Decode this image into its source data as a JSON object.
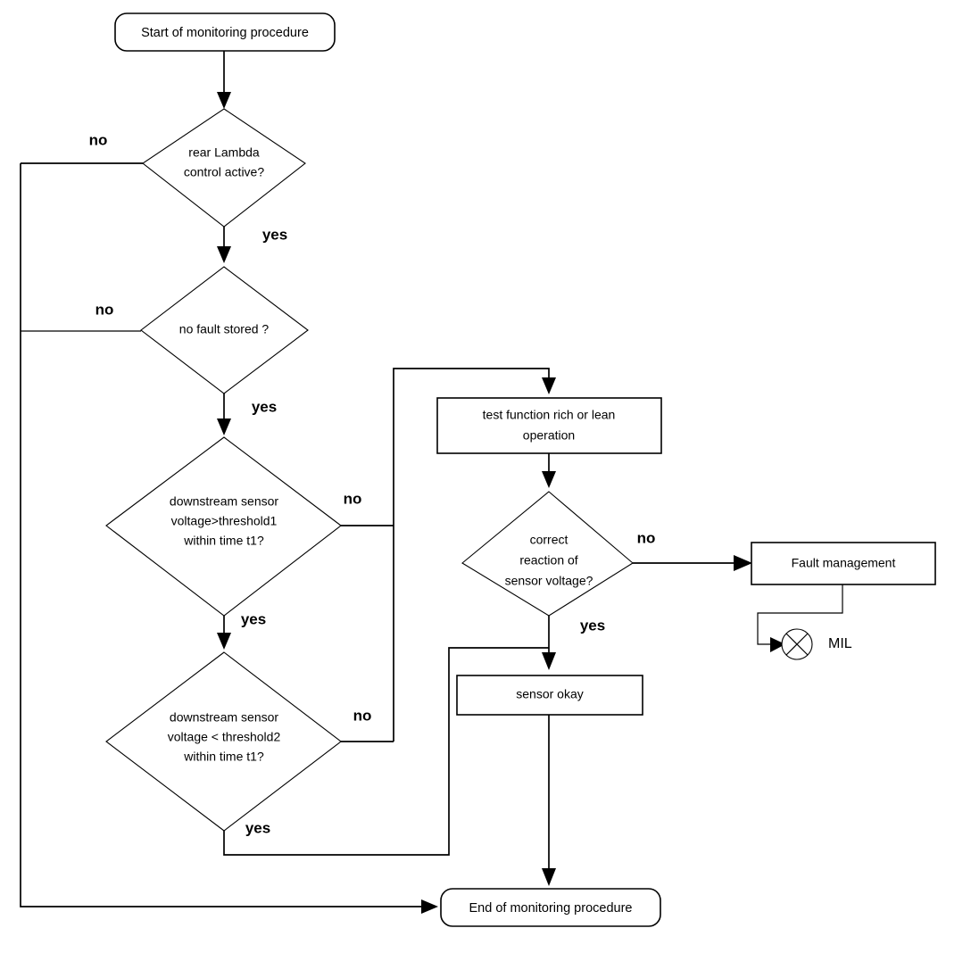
{
  "diagram": {
    "title": "Rear Lambda sensor monitoring procedure flowchart",
    "background_color": "#ffffff",
    "line_color": "#000000"
  },
  "nodes": {
    "start": {
      "label": "Start of monitoring procedure",
      "shape": "rounded-terminator"
    },
    "decision_rear_lambda": {
      "line1": "rear Lambda",
      "line2": "control active?",
      "shape": "diamond"
    },
    "decision_no_fault": {
      "line1": "no fault stored ?",
      "shape": "diamond"
    },
    "decision_threshold1": {
      "line1": "downstream sensor",
      "line2": "voltage>threshold1",
      "line3": "within time t1?",
      "shape": "diamond"
    },
    "decision_threshold2": {
      "line1": "downstream sensor",
      "line2": "voltage < threshold2",
      "line3": "within time t1?",
      "shape": "diamond"
    },
    "process_test_function": {
      "line1": "test function rich or lean",
      "line2": "operation",
      "shape": "rectangle"
    },
    "decision_correct_reaction": {
      "line1": "correct",
      "line2": "reaction of",
      "line3": "sensor voltage?",
      "shape": "diamond"
    },
    "process_sensor_okay": {
      "label": "sensor okay",
      "shape": "rectangle"
    },
    "process_fault_management": {
      "label": "Fault management",
      "shape": "rectangle"
    },
    "mil_indicator": {
      "label": "MIL",
      "shape": "crossed-circle"
    },
    "end": {
      "label": "End of monitoring procedure",
      "shape": "rounded-terminator"
    }
  },
  "branch_labels": {
    "rear_lambda_no": "no",
    "rear_lambda_yes": "yes",
    "no_fault_no": "no",
    "no_fault_yes": "yes",
    "threshold1_no": "no",
    "threshold1_yes": "yes",
    "threshold2_no": "no",
    "threshold2_yes": "yes",
    "correct_reaction_no": "no",
    "correct_reaction_yes": "yes"
  },
  "edges": [
    {
      "from": "start",
      "to": "decision_rear_lambda",
      "label": ""
    },
    {
      "from": "decision_rear_lambda",
      "to": "end",
      "label": "no"
    },
    {
      "from": "decision_rear_lambda",
      "to": "decision_no_fault",
      "label": "yes"
    },
    {
      "from": "decision_no_fault",
      "to": "end",
      "label": "no"
    },
    {
      "from": "decision_no_fault",
      "to": "decision_threshold1",
      "label": "yes"
    },
    {
      "from": "decision_threshold1",
      "to": "process_test_function",
      "label": "no"
    },
    {
      "from": "decision_threshold1",
      "to": "decision_threshold2",
      "label": "yes"
    },
    {
      "from": "decision_threshold2",
      "to": "process_test_function",
      "label": "no"
    },
    {
      "from": "decision_threshold2",
      "to": "process_sensor_okay",
      "label": "yes"
    },
    {
      "from": "process_test_function",
      "to": "decision_correct_reaction",
      "label": ""
    },
    {
      "from": "decision_correct_reaction",
      "to": "process_fault_management",
      "label": "no"
    },
    {
      "from": "decision_correct_reaction",
      "to": "process_sensor_okay",
      "label": "yes"
    },
    {
      "from": "process_sensor_okay",
      "to": "end",
      "label": ""
    },
    {
      "from": "process_fault_management",
      "to": "mil_indicator",
      "label": ""
    }
  ]
}
